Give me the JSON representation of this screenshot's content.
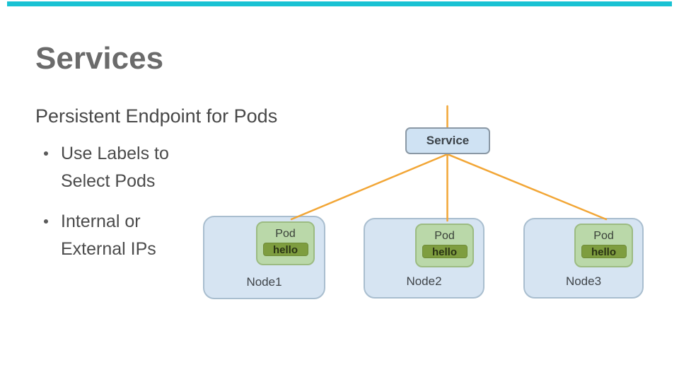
{
  "slide": {
    "title": "Services",
    "subtitle": "Persistent Endpoint for Pods",
    "bullets": [
      {
        "lines": [
          "Use Labels to",
          "Select Pods"
        ]
      },
      {
        "lines": [
          "Internal or",
          "External IPs"
        ]
      }
    ]
  },
  "diagram": {
    "service": {
      "label": "Service"
    },
    "nodes": [
      {
        "label": "Node1",
        "pod": {
          "label": "Pod",
          "container_label": "hello"
        }
      },
      {
        "label": "Node2",
        "pod": {
          "label": "Pod",
          "container_label": "hello"
        }
      },
      {
        "label": "Node3",
        "pod": {
          "label": "Pod",
          "container_label": "hello"
        }
      }
    ]
  },
  "colors": {
    "accent_bar": "#19C2D3",
    "title_text": "#6b6b6b",
    "body_text": "#4b4b4b",
    "node_fill": "#d6e4f2",
    "node_border": "#a9becf",
    "pod_fill": "#bad8a9",
    "pod_border": "#9cbb82",
    "container_fill": "#7e9d3f",
    "container_text": "#2a3314",
    "service_fill": "#cfe2f3",
    "service_border": "#8a98a5",
    "connector_line": "#f2a636"
  }
}
